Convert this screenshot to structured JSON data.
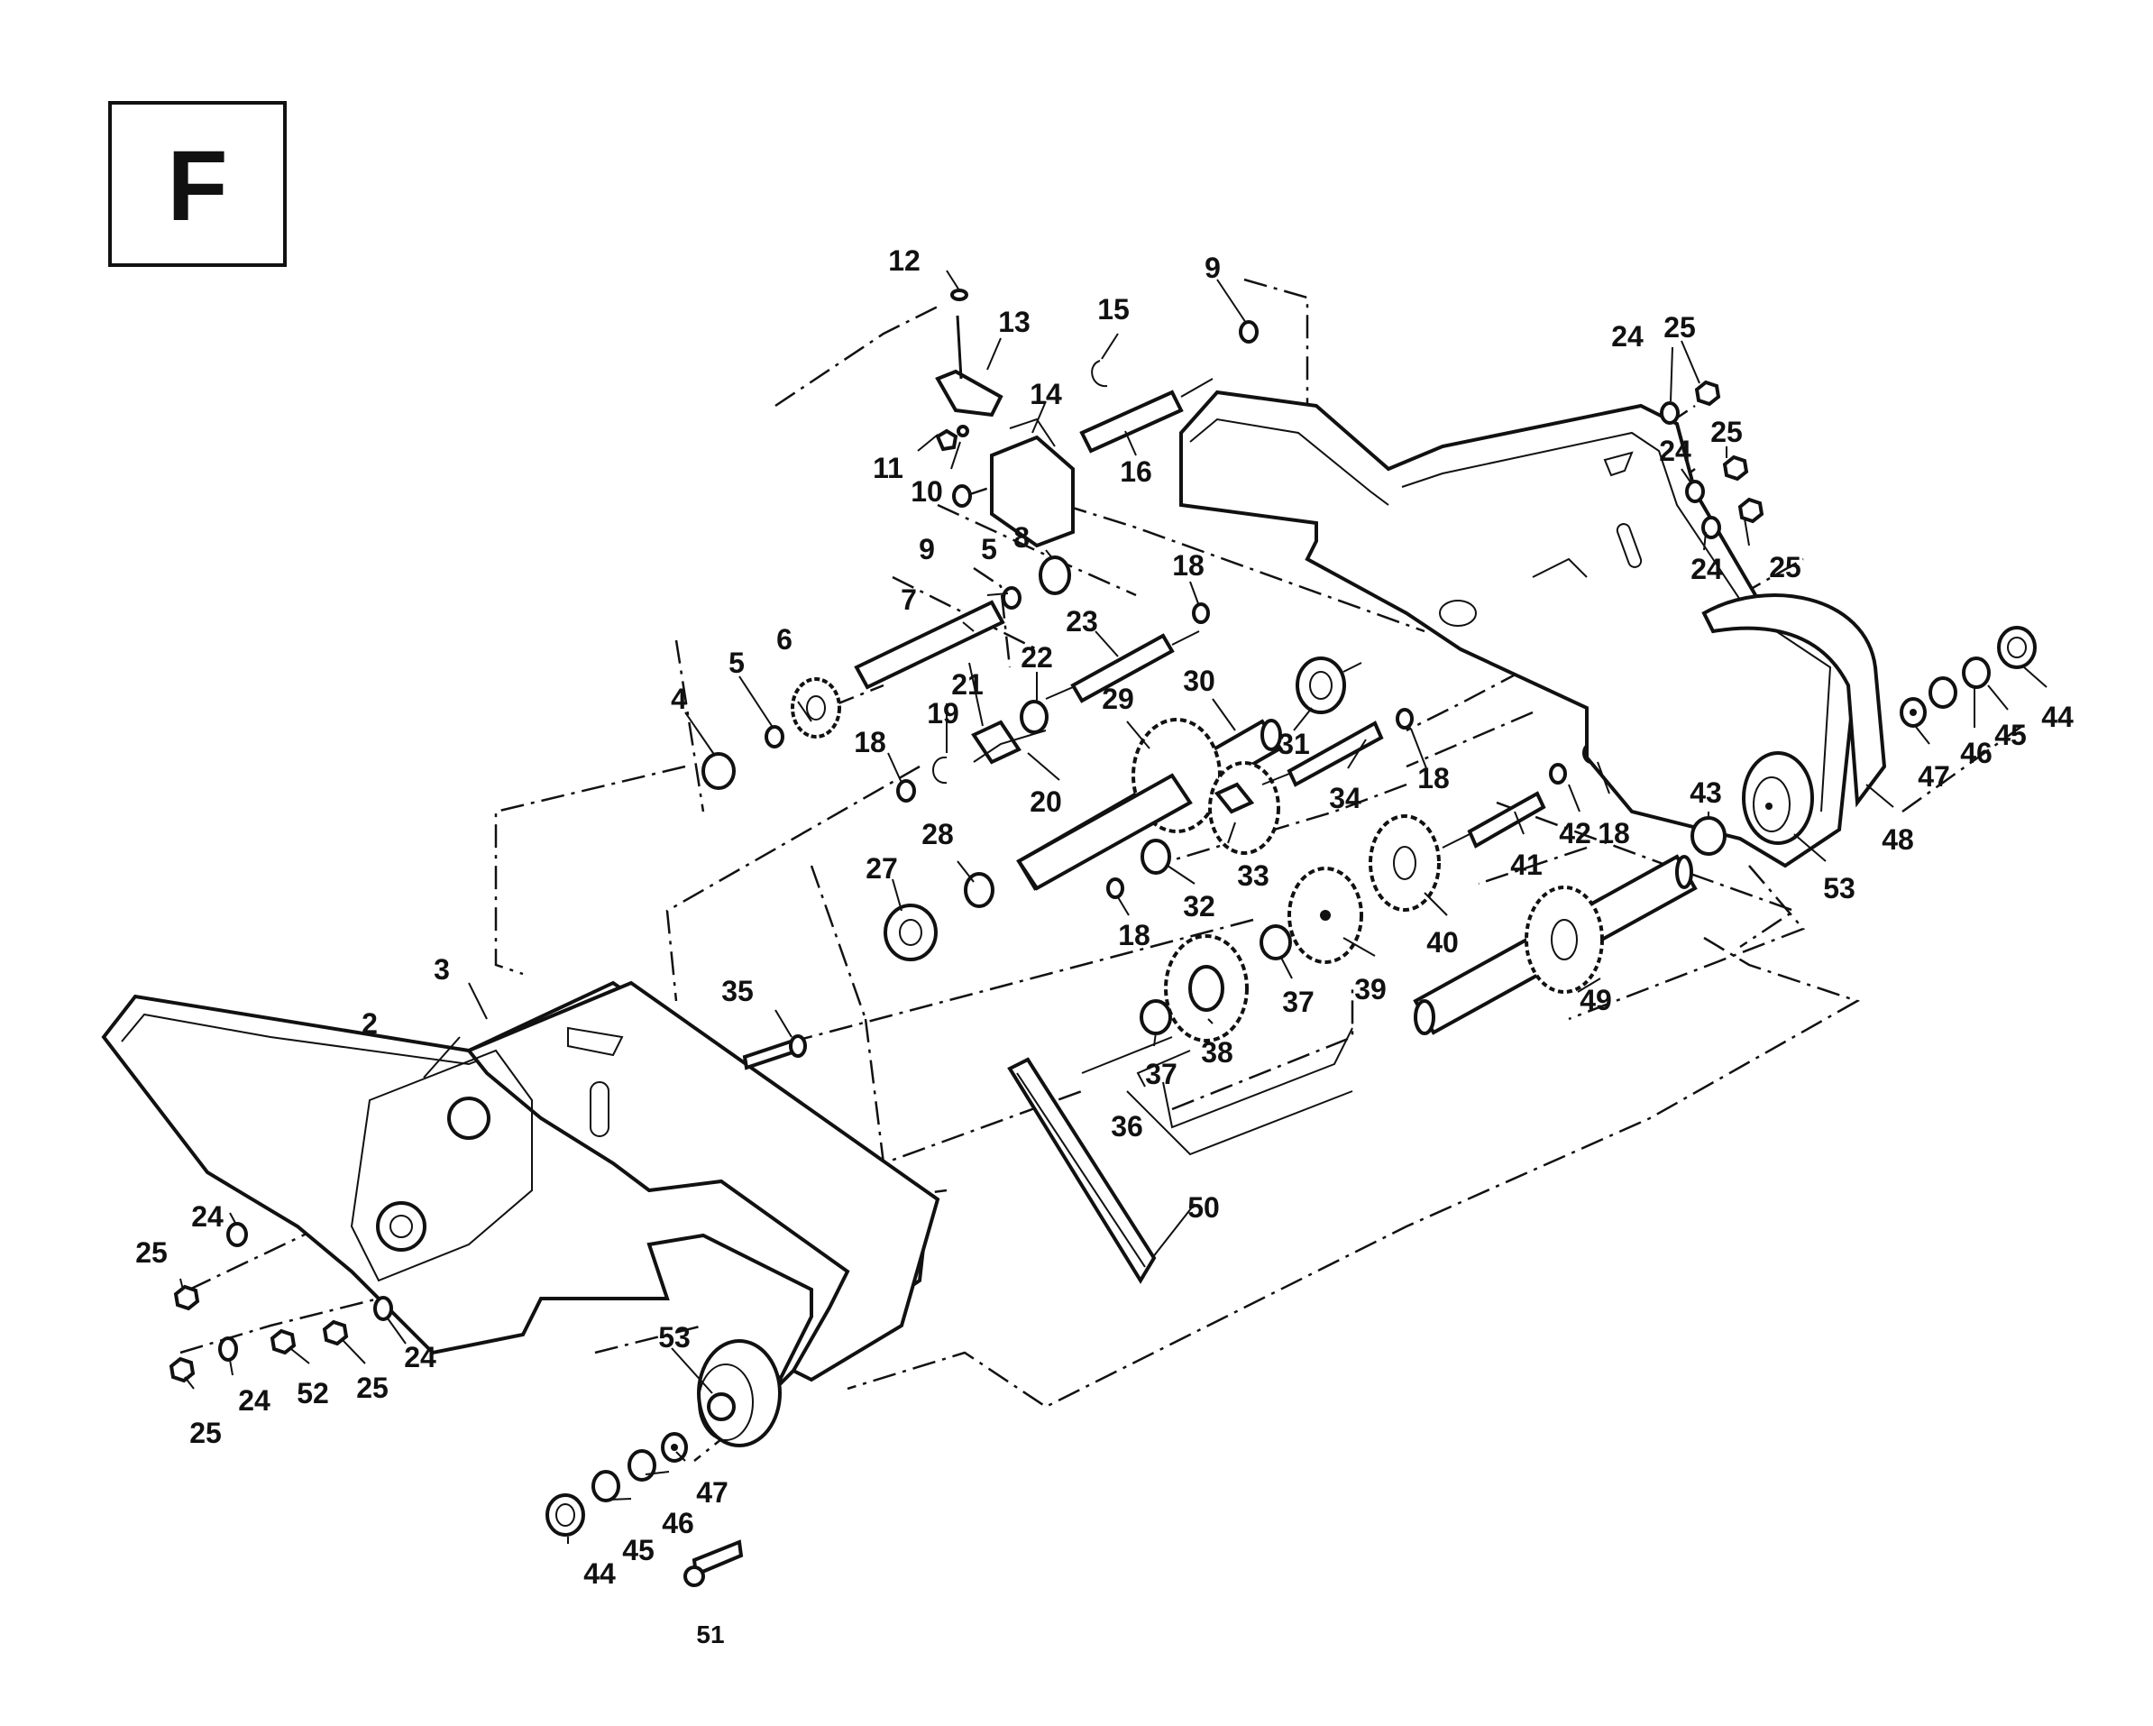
{
  "section_label": "F",
  "callouts": [
    "2",
    "3",
    "4",
    "5",
    "5",
    "6",
    "7",
    "8",
    "9",
    "9",
    "10",
    "11",
    "12",
    "13",
    "14",
    "15",
    "16",
    "18",
    "18",
    "18",
    "18",
    "18",
    "19",
    "20",
    "21",
    "22",
    "23",
    "24",
    "24",
    "24",
    "24",
    "24",
    "24",
    "25",
    "25",
    "25",
    "25",
    "25",
    "25",
    "27",
    "28",
    "29",
    "30",
    "31",
    "32",
    "33",
    "34",
    "35",
    "36",
    "37",
    "37",
    "38",
    "39",
    "40",
    "41",
    "42",
    "43",
    "44",
    "44",
    "45",
    "45",
    "46",
    "46",
    "47",
    "47",
    "48",
    "49",
    "50",
    "51",
    "52",
    "53",
    "53"
  ],
  "colors": {
    "ink": "#111111",
    "paper": "#ffffff"
  }
}
